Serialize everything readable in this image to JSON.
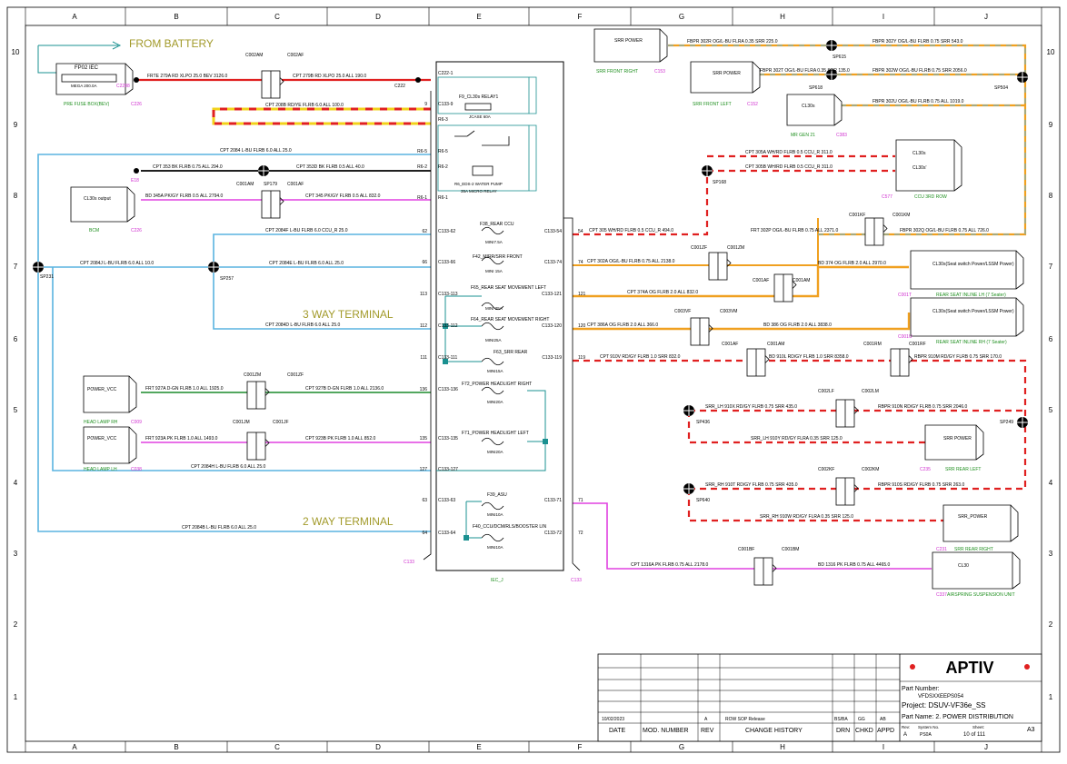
{
  "frame": {
    "cols": [
      "A",
      "B",
      "C",
      "D",
      "E",
      "F",
      "G",
      "H",
      "I",
      "J"
    ],
    "rows": [
      "10",
      "9",
      "8",
      "7",
      "6",
      "5",
      "4",
      "3",
      "2",
      "1"
    ]
  },
  "headings": {
    "from_battery": "FROM BATTERY",
    "three_way": "3 WAY TERMINAL",
    "two_way": "2 WAY TERMINAL"
  },
  "fuse_box": {
    "id": "FP02 IEC",
    "rating": "MEGA 200.0A",
    "caption": "PRE FUSE BOX(BEV)",
    "conn_left": "C2288",
    "conn_right": "C226"
  },
  "central": {
    "main_conn": "C133",
    "bottom_label": "IEC_J",
    "pins_left": [
      "C222-1",
      "C133-9",
      "R6-3",
      "R6-5",
      "R6-2",
      "R6-1",
      "C133-62",
      "C133-66",
      "C133-113",
      "C133-112",
      "C133-111",
      "C133-136",
      "C133-135",
      "C133-127",
      "C133-63",
      "C133-64"
    ],
    "pins_right": [
      "C133-54",
      "C133-74",
      "C133-121",
      "C133-120",
      "C133-119",
      "C133-71",
      "C133-72"
    ],
    "pin_nums_left": [
      "9",
      "R6-5",
      "R6-2",
      "R6-1",
      "62",
      "66",
      "113",
      "112",
      "111",
      "136",
      "135",
      "127",
      "63",
      "64"
    ],
    "pin_nums_right": [
      "54",
      "74",
      "121",
      "120",
      "119",
      "71",
      "72"
    ],
    "relay1_label": "F9_CL30s RELAY1",
    "relay1_fuse": "JCASE 60A",
    "relay2_label": "R6_EDS-2 WATER PUMP",
    "relay2_sub": "35A MICRO RELAY",
    "fuses": [
      {
        "label": "F38_REAR CCU",
        "rating": "MINI7.5A"
      },
      {
        "label": "F42_MIRR/SRR FRONT",
        "rating": "MINI 15A"
      },
      {
        "label": "F65_REAR SEAT MOVEMENT LEFT",
        "rating": "MINI 25A"
      },
      {
        "label": "F64_REAR SEAT MOVEMENT RIGHT",
        "rating": "MINI25A"
      },
      {
        "label": "F63_SRR REAR",
        "rating": "MINI15A"
      },
      {
        "label": "F72_POWER HEADLIGHT RIGHT",
        "rating": "MINI20A"
      },
      {
        "label": "F71_POWER HEADLIGHT LEFT",
        "rating": "MINI20A"
      },
      {
        "label": "F39_ASU",
        "rating": "MINI10A"
      },
      {
        "label": "F40_CCU/DCM/RLS/BOOSTER LIN",
        "rating": "MINI10A"
      }
    ]
  },
  "wires": {
    "battery_main_a": "FRTE 279A RD XLPO 25.0 BEV 3126.0",
    "battery_main_b": "CPT 279B RD XLPO 25.0 ALL 190.0",
    "battery_main_c": "CPT 208B RD/YE FLRB 6.0 ALL 100.0",
    "w2084": "CPT 2084 L-BU FLRB 6.0 ALL 25.0",
    "w353b": "CPT 353 BK FLRB 0.75 ALL 294.0",
    "w353d": "CPT 353D BK FLRB 0.5 ALL 40.0",
    "w345a": "BD 345A PK/GY FLRB 0.5 ALL 2794.0",
    "w345": "CPT 345 PK/GY FLRB 0.5 ALL 832.0",
    "w2084f": "CPT 2084F L-BU FLRB 6.0 CCU_R 25.0",
    "w2084j": "CPT 2084J L-BU FLRB 6.0 ALL 10.0",
    "w2084e": "CPT 2084E L-BU FLRB 6.0 ALL 25.0",
    "w2084d": "CPT 2084D L-BU FLRB 6.0 ALL 25.0",
    "w927a": "FRT 927A D-GN FLRB 1.0 ALL 1925.0",
    "w927b": "CPT 927B D-GN FLRB 1.0 ALL 2136.0",
    "w923a": "FRT 923A PK FLRB 1.0 ALL 1493.0",
    "w923b": "CPT 923B PK FLRB 1.0 ALL 852.0",
    "w2084h": "CPT 2084H L-BU FLRB 6.0 ALL 25.0",
    "w2084b": "CPT 2084B L-BU FLRB 6.0 ALL 25.0",
    "w305": "CPT 305 WH/RD FLRB 0.5 CCU_R 494.0",
    "w305a": "CPT 305A WH/RD FLRB 0.5 CCU_R 311.0",
    "w305b": "CPT 305B WH/RD FLRB 0.5 CCU_R 311.0",
    "w302a": "CPT 302A OG/L-BU FLRB 0.75 ALL 2138.0",
    "w302p": "FRT 302P OG/L-BU FLRB 0.75 ALL 2371.0",
    "w302q": "FBPR 302Q OG/L-BU FLRB 0.75 ALL 726.0",
    "w302r": "FBPR 302R OG/L-BU FLRA 0.35 SRR 225.0",
    "w302y": "FBPR 302Y OG/L-BU FLRB 0.75 SRR 543.0",
    "w302t": "FBPR 302T OG/L-BU FLRA 0.35 SRR 135.0",
    "w302w": "FBPR 302W OG/L-BU FLRB 0.75 SRR 2056.0",
    "w302u": "FBPR 302U OG/L-BU FLRB 0.75 ALL 1019.0",
    "w374a": "CPT 374A OG FLRB 2.0 ALL 832.0",
    "w374": "BD 374 OG FLRB 2.0 ALL 2970.0",
    "w386a": "CPT 386A OG FLRB 2.0 ALL 366.0",
    "w386": "BD 386 OG FLRB 2.0 ALL 3838.0",
    "w910v": "CPT 910V RD/GY FLRB 1.0 SRR 832.0",
    "w910l": "BD 910L RD/GY FLRB 1.0 SRR 8358.0",
    "w910m": "RBPR 910M RD/GY FLRB 0.75 SRR 170.0",
    "w910x": "SRR_LH 910X RD/GY FLRB 0.75 SRR 435.0",
    "w910n": "RBPR 910N RD/GY FLRB 0.75 SRR 2046.0",
    "w910y": "SRR_LH 910Y RD/GY FLRA 0.35 SRR 125.0",
    "w910t": "SRR_RH 910T RD/GY FLRB 0.75 SRR 435.0",
    "w910s": "RBPR 910S RD/GY FLRB 0.75 SRR 263.0",
    "w910w": "SRR_RH 910W RD/GY FLRA 0.35 SRR 125.0",
    "w1316a": "CPT 1316A PK FLRB 0.75 ALL 2178.0",
    "w1316": "BD 1316 PK FLRB 0.75 ALL 4465.0"
  },
  "connectors": {
    "c002am": "C002AM",
    "c002af": "C002AF",
    "c222": "C222",
    "c001am": "C001AM",
    "sp179": "SP179",
    "c001af": "C001AF",
    "c001zm": "C001ZM",
    "c001zf": "C001ZF",
    "c001jm": "C001JM",
    "c001jf": "C001JF",
    "c001kf": "C001KF",
    "c001km": "C001KM",
    "c001zf2": "C001ZF",
    "c001zm2": "C001ZM",
    "c001af2": "C001AF",
    "c001am2": "C001AM",
    "c003vf": "C003VF",
    "c003vm": "C003VM",
    "c001af3": "C001AF",
    "c001am3": "C001AM",
    "c001rm": "C001RM",
    "c001rf": "C001RF",
    "c002lf": "C002LF",
    "c002lm": "C002LM",
    "c002kf": "C002KF",
    "c002km": "C002KM",
    "c001bf": "C001BF",
    "c001bm": "C001BM",
    "c153": "C153",
    "c152": "C152",
    "c383": "C383",
    "c577": "C577",
    "c001t": "C001T",
    "c001u": "C001U",
    "c009": "C009",
    "c038": "C038",
    "c226b": "C226",
    "e18": "E18",
    "c235": "C235",
    "c231": "C231",
    "c337": "C337",
    "c133b": "C133"
  },
  "splices": {
    "sp615": "SP615",
    "sp618": "SP618",
    "sp504": "SP504",
    "sp168": "SP168",
    "sp231": "SP231",
    "sp257": "SP257",
    "sp436": "SP436",
    "sp249": "SP249",
    "sp640": "SP640"
  },
  "components": {
    "srr_power_fr": "SRR POWER",
    "srr_front_right": "SRR FRONT RIGHT",
    "srr_power_fl": "SRR POWER",
    "srr_front_left": "SRR FRONT LEFT",
    "cl30s_mr": "CL30s",
    "mr_gen21": "MR GEN 21",
    "ccu3_cl30s": "CL30s",
    "ccu3_cl30sp": "CL30s'",
    "ccu3_row": "CCU 3RD ROW",
    "rsl_label": "CL30s(Seat switch Power/LSSM Power)",
    "rsl_caption": "REAR SEAT INLINE LH (7 Seater)",
    "rsr_label": "CL30s(Seat switch Power/LSSM Power)",
    "rsr_caption": "REAR SEAT INLINE RH (7 Seater)",
    "srr_rl_label": "SRR POWER",
    "srr_rl_caption": "SRR REAR LEFT",
    "srr_rr_label": "SRR_POWER",
    "srr_rr_caption": "SRR REAR RIGHT",
    "air_label": "CL30",
    "air_caption": "AIRSPRING SUSPENSION UNIT",
    "bcm_label": "CL30s output",
    "bcm_caption": "BCM",
    "hl_rh_label": "POWER_VCC",
    "hl_rh_caption": "HEAD LAMP RH",
    "hl_lh_label": "POWER_VCC",
    "hl_lh_caption": "HEAD LAMP LH"
  },
  "title_block": {
    "company": "APTIV",
    "part_number_label": "Part Number:",
    "part_number": "VFDSXXEEPS054",
    "project": "Project: DSUV-VF36e_SS",
    "part_name": "Part Name: 2. POWER DISTRIBUTION",
    "rev_label": "Rev:",
    "rev": "A",
    "system_no_label": "System No.",
    "system_no": "PS0A",
    "sheet_label": "Sheet:",
    "sheet": "10 of 111",
    "size": "A3",
    "date": "10/02/2023",
    "rev_letter": "A",
    "change": "ROW SOP Release",
    "drn": "BS/BA",
    "chkd": "GG",
    "appd": "AB",
    "h_date": "DATE",
    "h_mod": "MOD. NUMBER",
    "h_rev": "REV",
    "h_change": "CHANGE HISTORY",
    "h_drn": "DRN",
    "h_chkd": "CHKD",
    "h_appd": "APPD"
  },
  "colors": {
    "blue": "#5ab4e0",
    "red": "#e02020",
    "yellow": "#f2d21b",
    "orange": "#f0a020",
    "magenta": "#e040e0",
    "green": "#1a8a2a",
    "teal": "#1a9090",
    "black": "#000000",
    "label_pink": "#d030d0",
    "label_green": "#1f8f1f",
    "olive": "#a29a2a"
  }
}
